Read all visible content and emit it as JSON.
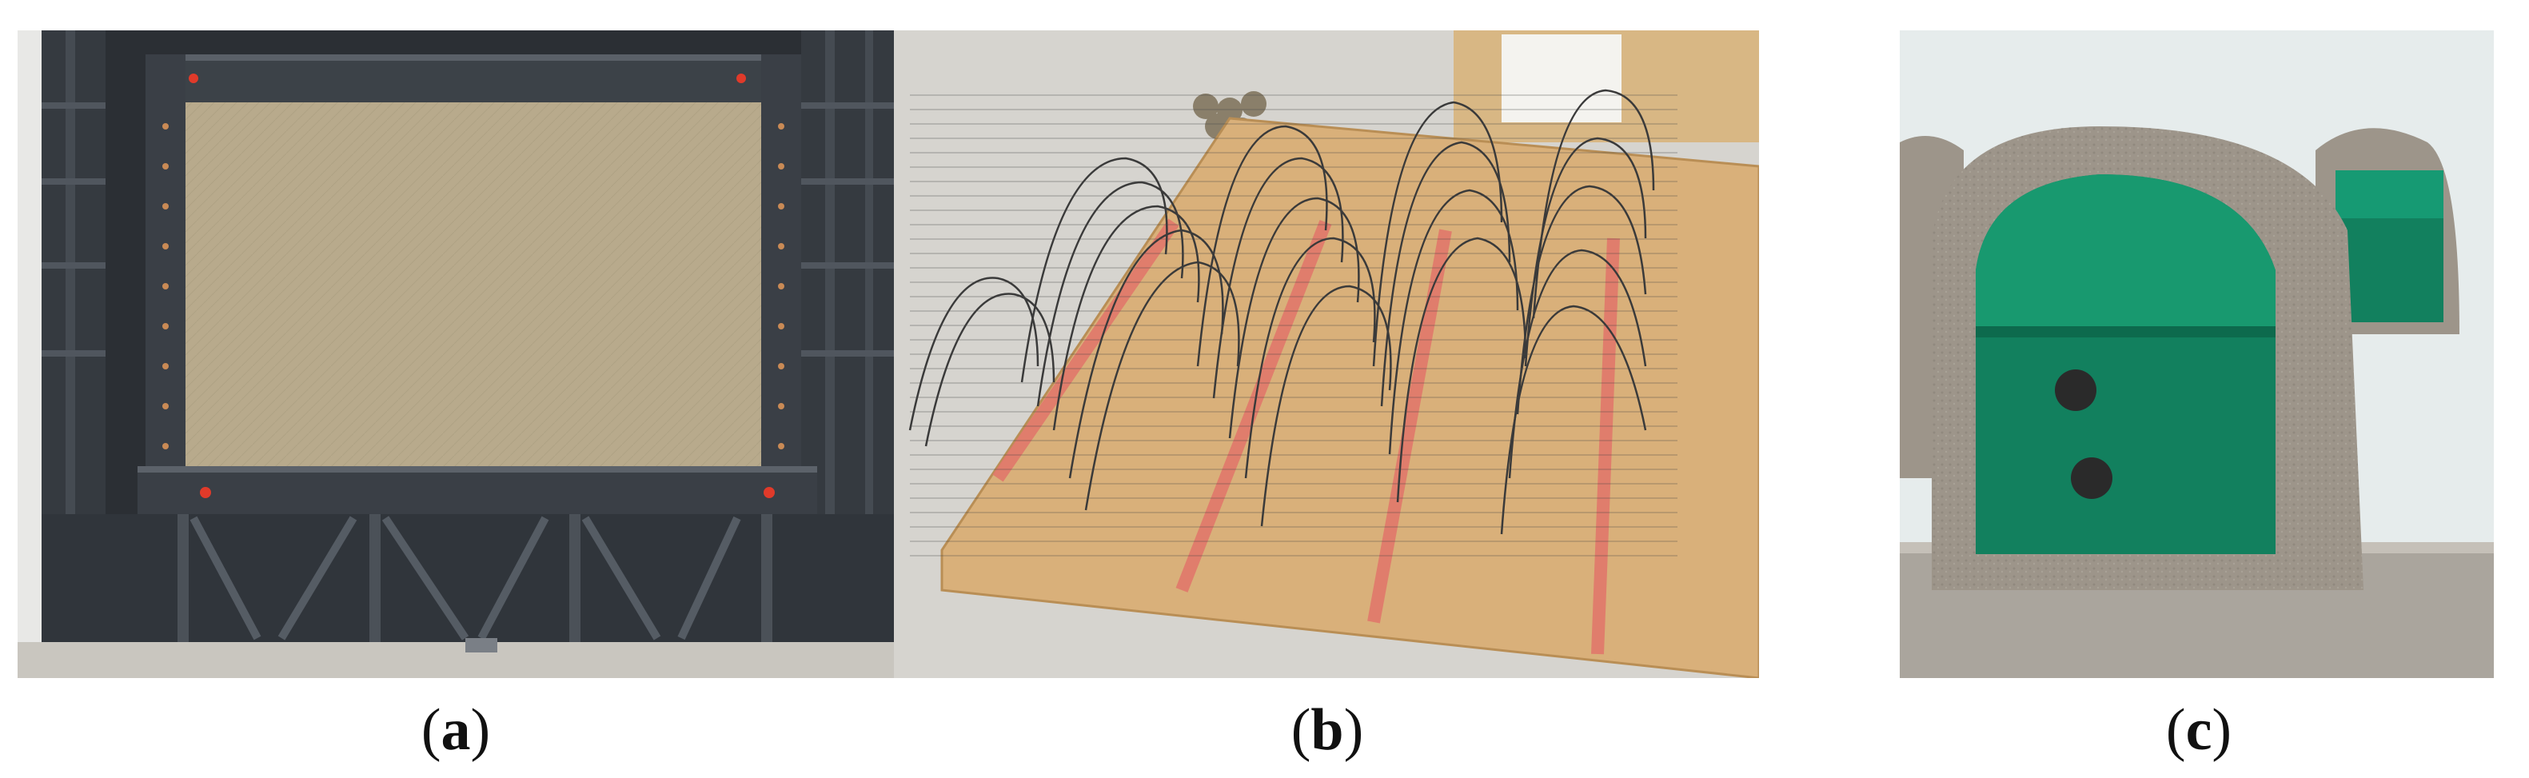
{
  "panels": [
    {
      "id": "a",
      "letter": "a",
      "content": "photo"
    },
    {
      "id": "b",
      "letter": "b",
      "content": "photo"
    },
    {
      "id": "c",
      "letter": "c",
      "content": "photo"
    }
  ],
  "colors": {
    "steel_frame": "#2f3338",
    "steel_frame_light": "#4a5058",
    "mortar_panel": "#b7a98a",
    "plywood": "#d8b27e",
    "red_tape": "#e2756a",
    "wire": "#3a3a3a",
    "floor": "#d9d7d2",
    "green_foam": "#12805e",
    "mortar_shell": "#9d958a",
    "red_marker": "#e03a2a"
  }
}
